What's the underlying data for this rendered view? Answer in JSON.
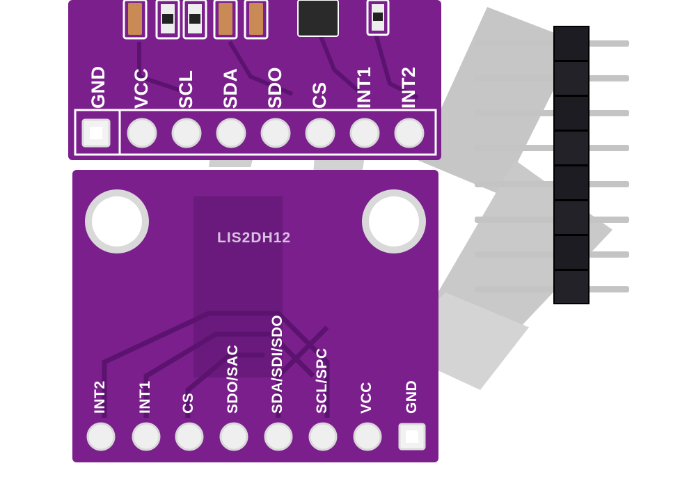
{
  "top_board": {
    "pins": [
      "GND",
      "VCC",
      "SCL",
      "SDA",
      "SDO",
      "CS",
      "INT1",
      "INT2"
    ]
  },
  "bottom_board": {
    "chip_label": "LIS2DH12",
    "pins": [
      "INT2",
      "INT1",
      "CS",
      "SDO/SAC",
      "SDA/SDI/SDO",
      "SCL/SPC",
      "VCC",
      "GND"
    ]
  },
  "colors": {
    "pcb": "#7a1f8c",
    "pcb_dark": "#5c1370",
    "silk": "#ffffff",
    "watermark": "#c8c8c8",
    "header_plastic": "#1c1c22",
    "pin_metal": "#bfbfbf"
  },
  "icons": [
    "watermark-logo"
  ]
}
